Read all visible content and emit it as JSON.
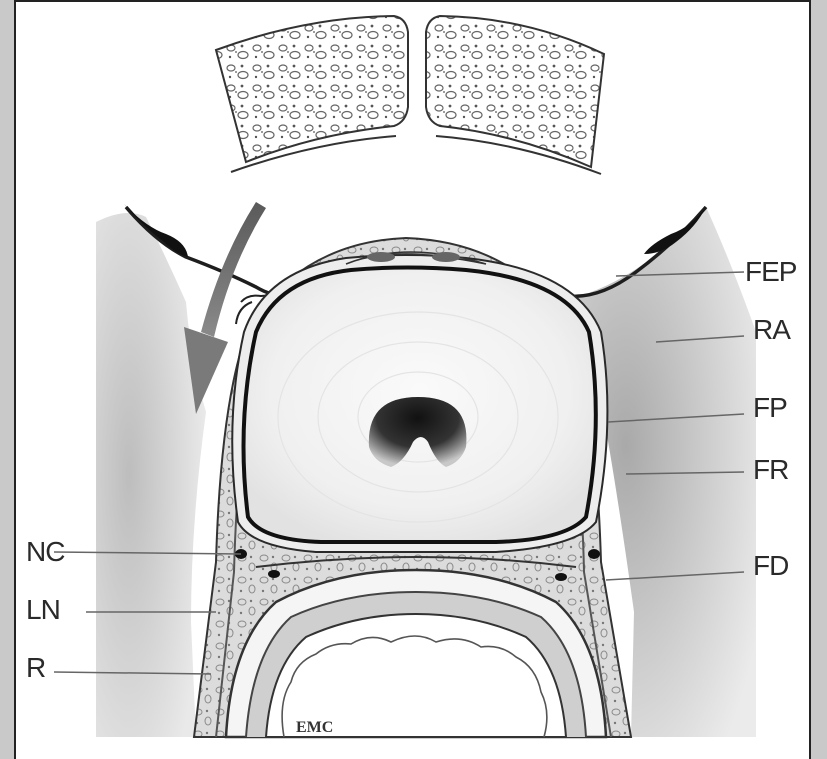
{
  "labels": {
    "fep": "FEP",
    "ra": "RA",
    "fp": "FP",
    "fr": "FR",
    "fd": "FD",
    "nc": "NC",
    "ln": "LN",
    "r": "R",
    "bottom": "EMC"
  },
  "colors": {
    "background": "#c9c9c9",
    "frame": "#ffffff",
    "line": "#1e1e1e",
    "arrow": "#6e6e6e",
    "fat": "#d8d8d8"
  }
}
